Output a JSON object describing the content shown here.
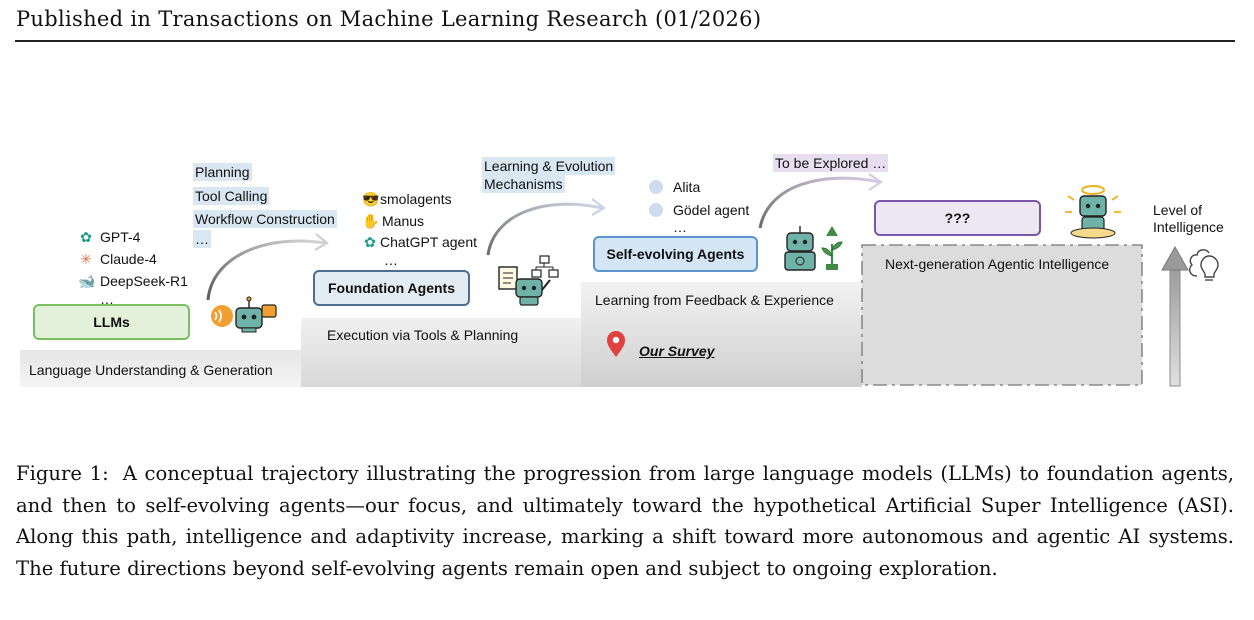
{
  "header": {
    "text": "Published in Transactions on Machine Learning Research (01/2026)"
  },
  "figure": {
    "stages": {
      "llm": {
        "box_label": "LLMs",
        "base_label": "Language Understanding & Generation",
        "models": [
          {
            "icon": "openai-icon",
            "label": "GPT-4"
          },
          {
            "icon": "claude-icon",
            "label": "Claude-4"
          },
          {
            "icon": "deepseek-icon",
            "label": "DeepSeek-R1"
          }
        ],
        "ellipsis": "…"
      },
      "transition_1": {
        "items": [
          "Planning",
          "Tool Calling",
          "Workflow Construction"
        ],
        "ellipsis": "…"
      },
      "foundation": {
        "box_label": "Foundation Agents",
        "base_label": "Execution via Tools & Planning",
        "agents": [
          {
            "icon": "smolagents-icon",
            "label": "smolagents"
          },
          {
            "icon": "manus-icon",
            "label": "Manus"
          },
          {
            "icon": "chatgpt-icon",
            "label": "ChatGPT agent"
          }
        ],
        "ellipsis": "…"
      },
      "transition_2": {
        "line1": "Learning & Evolution",
        "line2": "Mechanisms"
      },
      "self_evolving": {
        "box_label": "Self-evolving Agents",
        "base_label": "Learning from Feedback & Experience",
        "agents": [
          "Alita",
          "Gödel agent"
        ],
        "ellipsis": "…",
        "survey_label": "Our Survey"
      },
      "transition_3": {
        "label": "To be Explored …"
      },
      "next_gen": {
        "box_label": "???",
        "base_label": "Next-generation Agentic Intelligence"
      }
    },
    "axis": {
      "line1": "Level of",
      "line2": "Intelligence"
    },
    "colors": {
      "llm_green": "#7cbf62",
      "foundation_blue": "#4b6f8c",
      "self_evolving_blue": "#5b95d0",
      "future_purple": "#7b55a8",
      "highlight_blue": "#d9e7f3",
      "highlight_purple": "#e7def0",
      "pin_red": "#e04040"
    }
  },
  "caption": {
    "label": "Figure 1:",
    "text": "A conceptual trajectory illustrating the progression from large language models (LLMs) to foundation agents, and then to self-evolving agents—our focus, and ultimately toward the hypothetical Artificial Super Intelligence (ASI). Along this path, intelligence and adaptivity increase, marking a shift toward more autonomous and agentic AI systems. The future directions beyond self-evolving agents remain open and subject to ongoing exploration."
  }
}
